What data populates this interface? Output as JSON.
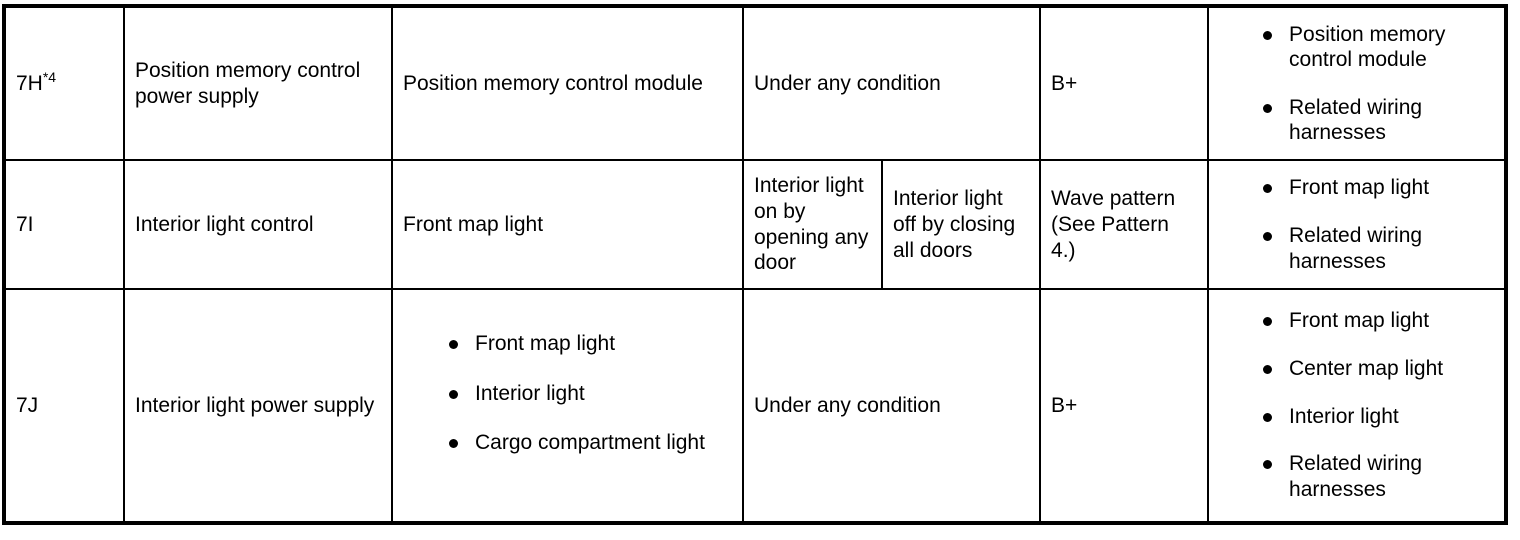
{
  "table": {
    "rows": [
      {
        "code": "7H",
        "code_sup": "*4",
        "system": "Position memory control power supply",
        "part": "Position memory control module",
        "condition": "Under any condition",
        "condition_split": false,
        "signal": "B+",
        "related": [
          "Position memory control module",
          "Related wiring harnesses"
        ]
      },
      {
        "code": "7I",
        "code_sup": "",
        "system": "Interior light control",
        "part": "Front map light",
        "condition_split": true,
        "condition_a": "Interior light on by opening any door",
        "condition_b": "Interior light off by closing all doors",
        "signal": "Wave pattern (See Pattern 4.)",
        "related": [
          "Front map light",
          "Related wiring harnesses"
        ]
      },
      {
        "code": "7J",
        "code_sup": "",
        "system": "Interior light power supply",
        "part_list": [
          "Front map light",
          "Interior light",
          "Cargo compartment light"
        ],
        "condition": "Under any condition",
        "condition_split": false,
        "signal": "B+",
        "related": [
          "Front map light",
          "Center map light",
          "Interior light",
          "Related wiring harnesses"
        ]
      }
    ]
  },
  "colors": {
    "border": "#000000",
    "text": "#000000",
    "background": "#ffffff"
  }
}
